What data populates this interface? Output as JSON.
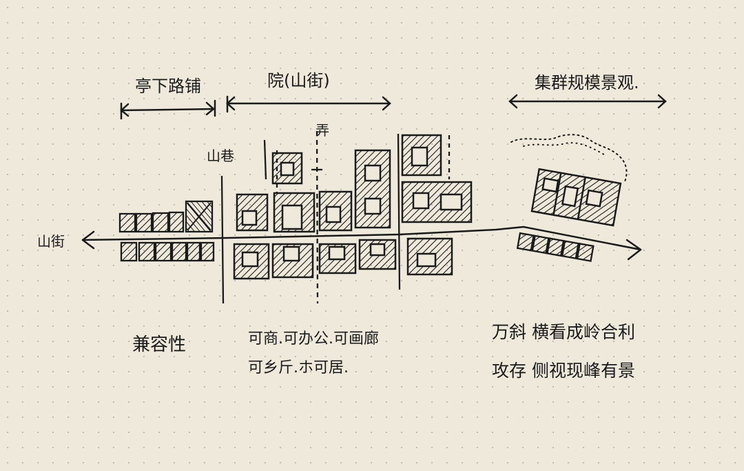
{
  "labels": {
    "top_left": "亭下路铺",
    "top_middle": "院(山街)",
    "top_right": "集群规模景观.",
    "alley_left": "山巷",
    "alley_right": "弄",
    "street": "山街",
    "bottom_left": "兼容性",
    "bottom_middle_line1": "可商.可办公.可画廊",
    "bottom_middle_line2": "可乡斤.ホ可居.",
    "bottom_right_line1": "万斜 横看成岭合利",
    "bottom_right_line2": "攻存 侧视现峰有景"
  },
  "colors": {
    "paper": "#efe9dc",
    "dot": "#b9b3a6",
    "ink": "#1a1a1a"
  }
}
